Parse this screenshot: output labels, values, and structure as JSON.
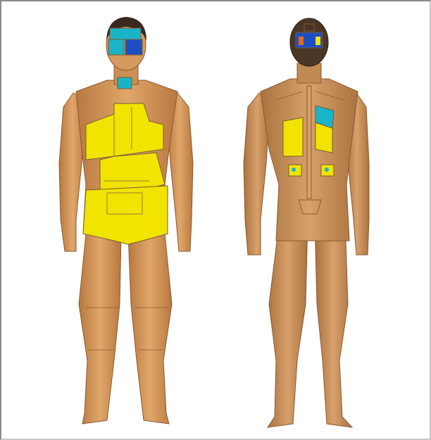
{
  "colors": {
    "background": "#ffffff",
    "frame": "#8a8a8a",
    "skin": "#d9a062",
    "skin_shadow": "#b57a45",
    "skin_outline": "#8a5a32",
    "hair": "#3a2a1e",
    "zone_yellow": "#f0e400",
    "zone_yellow_alt": "#e8dc00",
    "zone_cyan": "#1ab4c8",
    "zone_blue": "#1e4fc0",
    "zone_orange": "#e86a1a",
    "zone_outline": "#7a5a30"
  },
  "figures": [
    {
      "id": "front",
      "view": "front"
    },
    {
      "id": "back",
      "view": "back"
    }
  ],
  "zones": {
    "front": [
      {
        "name": "forehead-zone",
        "color": "zone_cyan"
      },
      {
        "name": "left-eye-zone",
        "color": "zone_cyan"
      },
      {
        "name": "right-eye-zone",
        "color": "zone_blue"
      },
      {
        "name": "throat-zone",
        "color": "zone_cyan"
      },
      {
        "name": "chest-zone",
        "color": "zone_yellow"
      },
      {
        "name": "abdomen-zone",
        "color": "zone_yellow"
      },
      {
        "name": "pelvis-zone",
        "color": "zone_yellow"
      }
    ],
    "back": [
      {
        "name": "head-back-zone",
        "color": "zone_blue"
      },
      {
        "name": "left-lung-zone",
        "color": "zone_yellow"
      },
      {
        "name": "right-lung-zone",
        "color": "zone_yellow"
      },
      {
        "name": "right-lung-upper-zone",
        "color": "zone_cyan"
      },
      {
        "name": "left-kidney-zone",
        "color": "zone_yellow"
      },
      {
        "name": "right-kidney-zone",
        "color": "zone_yellow"
      }
    ]
  }
}
